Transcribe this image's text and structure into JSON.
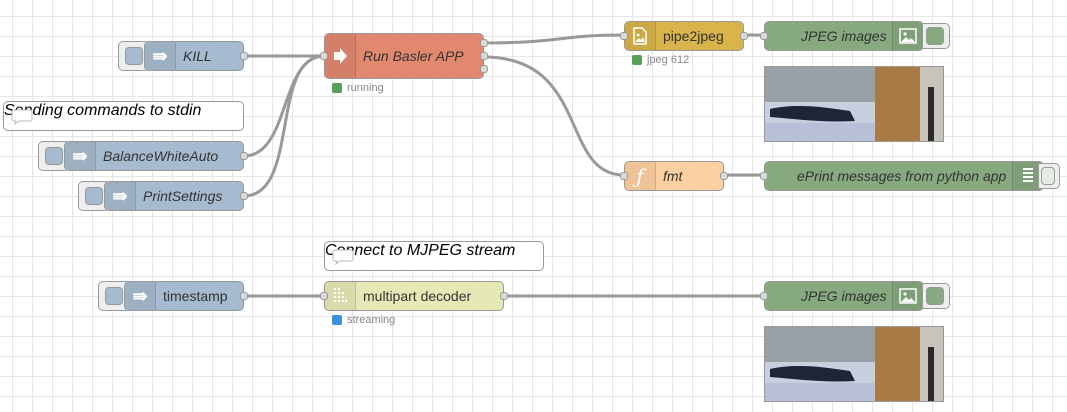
{
  "flow": {
    "nodes": {
      "kill": {
        "label": "KILL",
        "icon": "inject-arrow-icon"
      },
      "balance": {
        "label": "BalanceWhiteAuto",
        "icon": "inject-arrow-icon"
      },
      "print": {
        "label": "PrintSettings",
        "icon": "inject-arrow-icon"
      },
      "timestamp": {
        "label": "timestamp",
        "icon": "inject-arrow-icon"
      },
      "run_basler": {
        "label": "Run Basler APP",
        "status": "running",
        "status_color": "#5a9e5a",
        "icon": "exec-arrow-icon"
      },
      "pipe2jpeg": {
        "label": "pipe2jpeg",
        "status": "jpeg 612",
        "status_color": "#5a9e5a",
        "icon": "image-icon"
      },
      "fmt": {
        "label": "fmt",
        "icon": "function-icon"
      },
      "multipart": {
        "label": "multipart decoder",
        "status": "streaming",
        "status_color": "#3b8fe0",
        "icon": "split-icon"
      },
      "jpeg_top": {
        "label": "JPEG images",
        "icon": "image-icon"
      },
      "jpeg_bottom": {
        "label": "JPEG images",
        "icon": "image-icon"
      },
      "print_msgs": {
        "label": "ePrint messages from python app",
        "icon": "list-icon"
      }
    },
    "comments": {
      "stdin": "Sending commands to stdin",
      "mjpeg": "Connect to MJPEG stream"
    }
  },
  "colors": {
    "inject": "#a6bbcf",
    "exec": "#e2886f",
    "pipe2jpeg": "#d9b44a",
    "function": "#fdd0a2",
    "multipart": "#e6e8b5",
    "output": "#87a980",
    "wire": "#999999"
  }
}
